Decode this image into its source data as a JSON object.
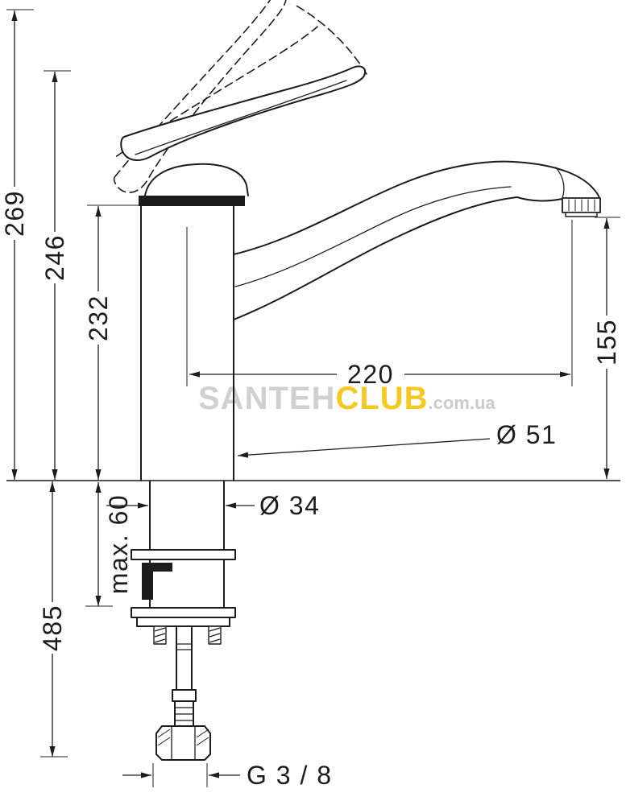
{
  "drawing": {
    "ink": "#1c1c1c",
    "background": "#ffffff"
  },
  "dimensions": {
    "overall_height": "269",
    "handle_tip_height": "246",
    "body_height": "232",
    "spout_reach": "220",
    "outlet_height": "155",
    "body_diameter": "Ø 51",
    "shaft_diameter": "Ø 34",
    "max_deck_thickness": "max. 60",
    "hose_length": "485",
    "thread_size": "G 3 / 8"
  },
  "watermark": {
    "part1": "SANTEH",
    "part2": "CLUB",
    "part3": ".com.ua",
    "color1": "#cbcbcb",
    "color2": "#f5c409",
    "color3": "#c6c6c6"
  }
}
